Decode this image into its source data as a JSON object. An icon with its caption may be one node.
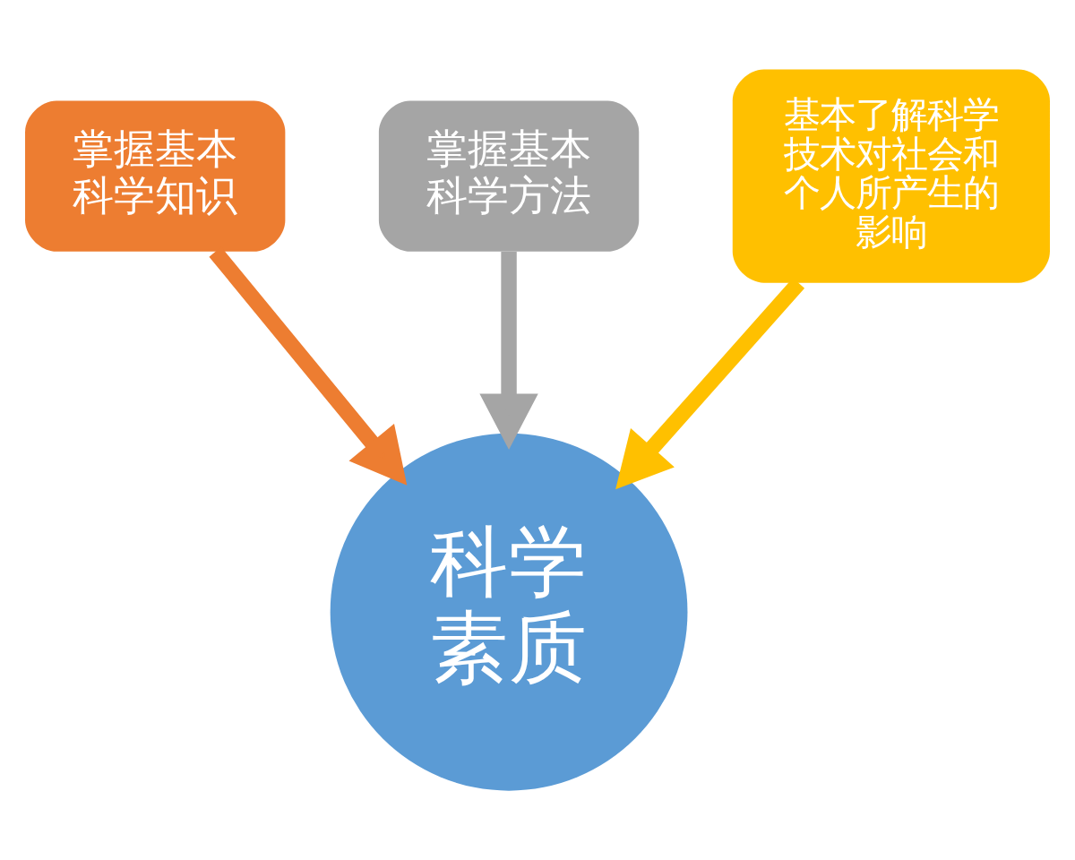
{
  "diagram": {
    "nodes": [
      {
        "text": [
          "掌握基本科学知识"
        ]
      },
      {
        "text": [
          "掌握基本科学方法"
        ]
      },
      {
        "text": [
          "基本了解科学技术对社会和个人所产生的影响"
        ]
      },
      {
        "text": [
          "科学素质"
        ]
      }
    ],
    "edges": [
      {
        "from": 0,
        "to": 3,
        "arrow": "to",
        "color": "#ed7d31"
      },
      {
        "from": 1,
        "to": 3,
        "arrow": "to",
        "color": "#a5a5a5"
      },
      {
        "from": 2,
        "to": 3,
        "arrow": "to",
        "color": "#ffc000"
      }
    ]
  }
}
